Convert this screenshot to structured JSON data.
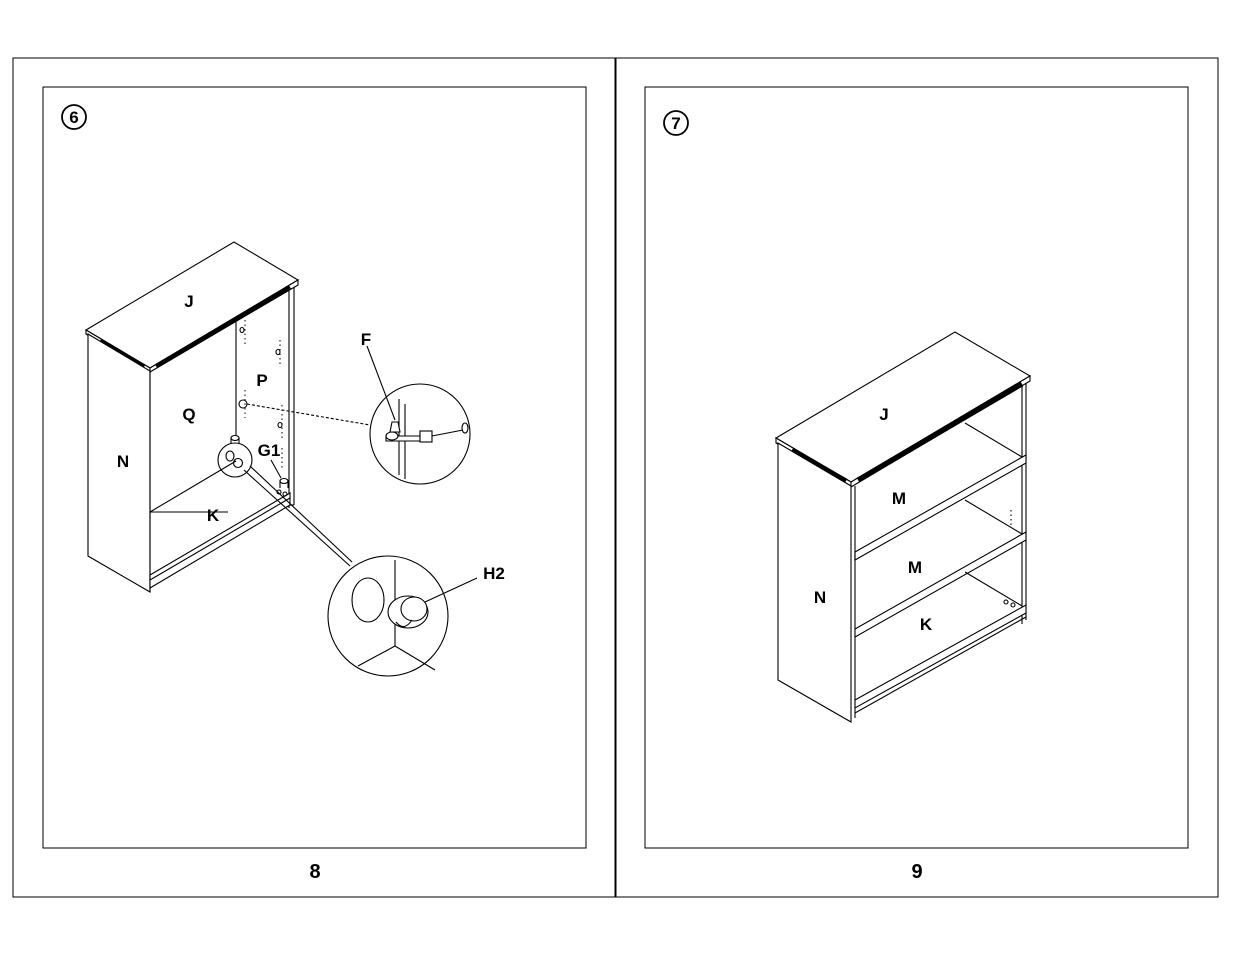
{
  "left_page": {
    "step_number": "6",
    "page_number": "8",
    "labels": {
      "top": "J",
      "side": "N",
      "back_left": "Q",
      "back_right": "P",
      "bottom": "K",
      "shelf_pin": "F",
      "connector": "G1",
      "cam": "H2"
    }
  },
  "right_page": {
    "step_number": "7",
    "page_number": "9",
    "labels": {
      "top": "J",
      "shelf_upper": "M",
      "shelf_lower": "M",
      "side": "N",
      "bottom": "K"
    }
  }
}
